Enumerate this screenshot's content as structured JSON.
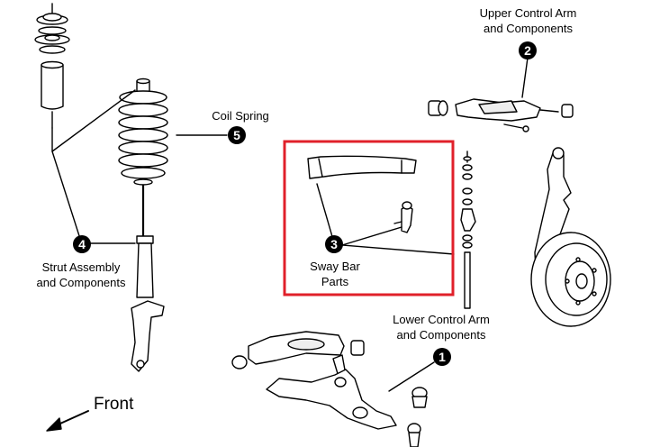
{
  "labels": {
    "upper_control_arm": [
      "Upper Control Arm",
      "and Components"
    ],
    "coil_spring": "Coil Spring",
    "strut_assembly": [
      "Strut Assembly",
      "and Components"
    ],
    "sway_bar": [
      "Sway Bar",
      "Parts"
    ],
    "lower_control_arm": [
      "Lower Control Arm",
      "and Components"
    ],
    "front": "Front"
  },
  "callouts": {
    "lower_control_arm": "1",
    "upper_control_arm": "2",
    "sway_bar": "3",
    "strut_assembly": "4",
    "coil_spring": "5"
  },
  "colors": {
    "highlight_box": "#e0202a",
    "line": "#000000",
    "badge_fill": "#000000",
    "part_fill": "#ffffff"
  }
}
